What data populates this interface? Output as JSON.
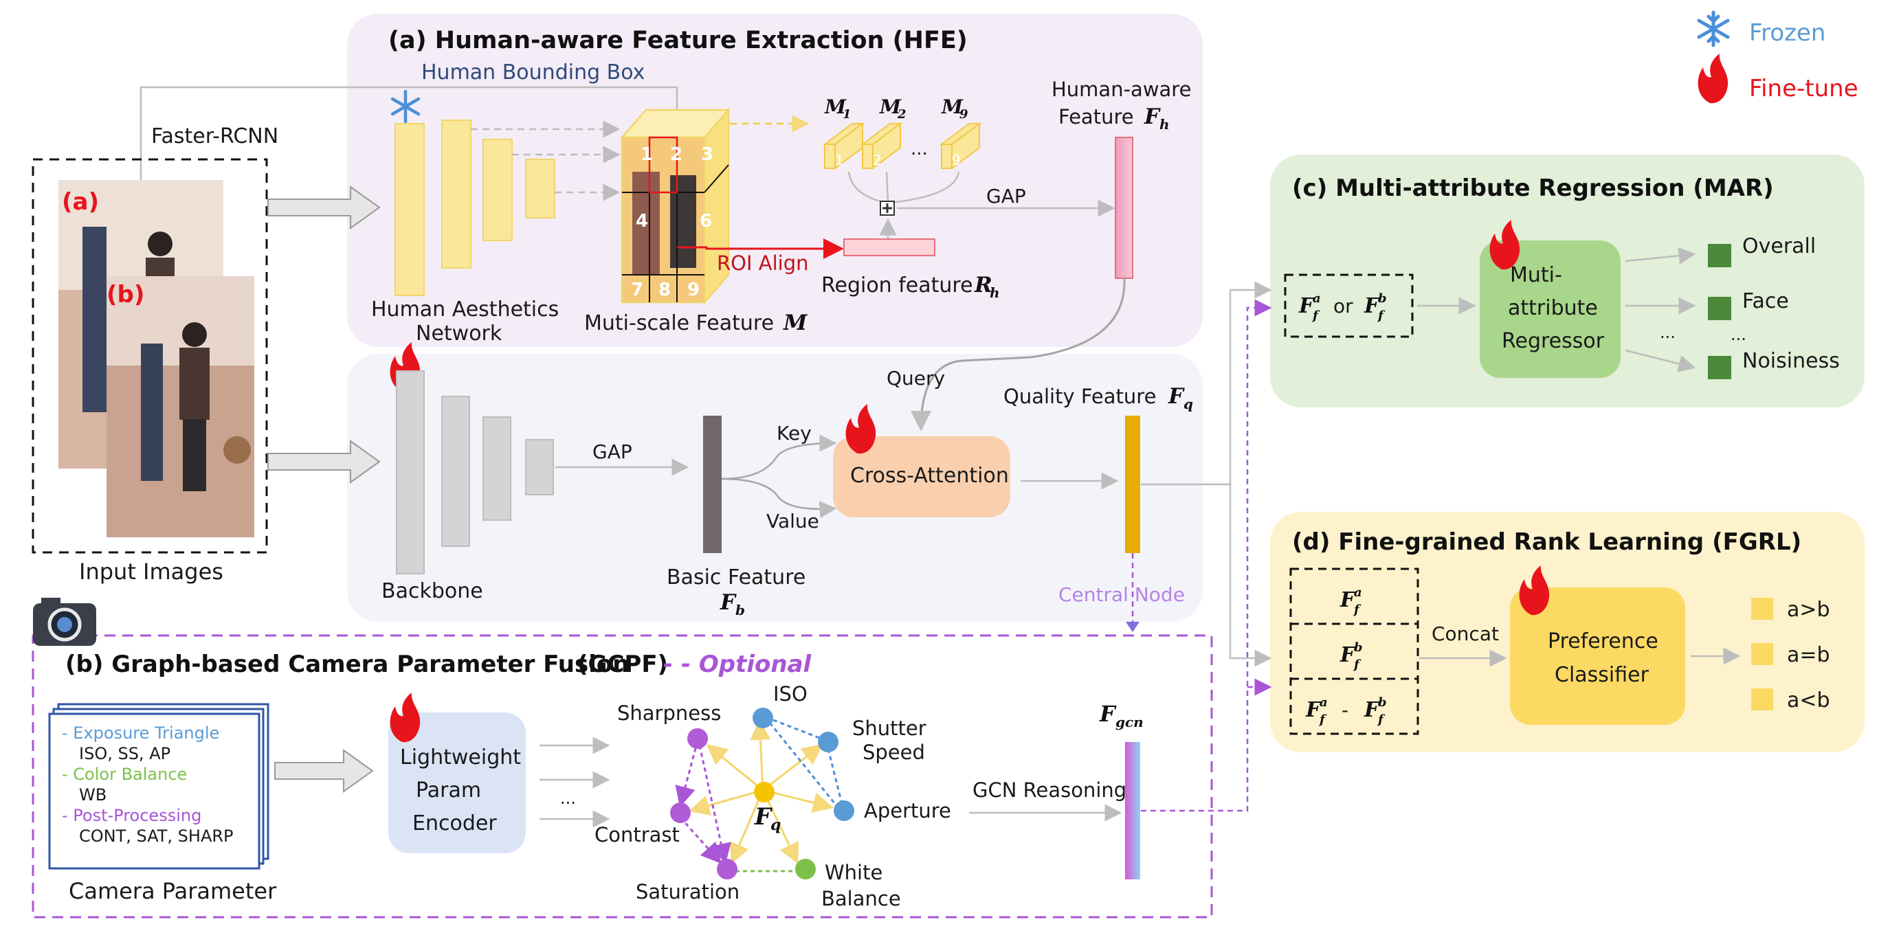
{
  "legend": {
    "frozen": "Frozen",
    "finetune": "Fine-tune",
    "frozen_color": "#5b9bd5",
    "finetune_color": "#e8141c"
  },
  "hfe": {
    "title": "(a) Human-aware Feature Extraction (HFE)",
    "bbox_label": "Human Bounding Box",
    "network_label_1": "Human Aesthetics",
    "network_label_2": "Network",
    "multiscale_label": "Muti-scale Feature",
    "multiscale_symbol": "M",
    "grid_numbers": [
      "1",
      "2",
      "3",
      "4",
      "",
      "6",
      "7",
      "8",
      "9"
    ],
    "m1": "M",
    "m1_sub": "1",
    "m2": "M",
    "m2_sub": "2",
    "m9": "M",
    "m9_sub": "9",
    "mini_labels": [
      "1",
      "2",
      "9"
    ],
    "ellipsis": "...",
    "gap": "GAP",
    "roi_align": "ROI Align",
    "region_label": "Region feature",
    "region_symbol": "R",
    "region_sub": "h",
    "human_feat_1": "Human-aware",
    "human_feat_2": "Feature",
    "human_feat_symbol": "F",
    "human_feat_sub": "h",
    "color": "#f4ecf6"
  },
  "inputs": {
    "detector": "Faster-RCNN",
    "label_a": "(a)",
    "label_b": "(b)",
    "caption": "Input Images"
  },
  "quality_branch": {
    "backbone": "Backbone",
    "gap": "GAP",
    "basic_label": "Basic Feature",
    "basic_symbol": "F",
    "basic_sub": "b",
    "key": "Key",
    "value": "Value",
    "query": "Query",
    "cross_attention": "Cross-Attention",
    "quality_label": "Quality Feature",
    "quality_symbol": "F",
    "quality_sub": "q",
    "central_node": "Central Node",
    "color": "#f3f4f9"
  },
  "gcpf": {
    "title": "(b) Graph-based Camera Parameter Fusion",
    "abbr": "(GCPF)",
    "optional": "- - Optional",
    "params": [
      {
        "name": "- Exposure Triangle",
        "name_color": "#5b9bd5",
        "values": "ISO, SS, AP"
      },
      {
        "name": "- Color Balance",
        "name_color": "#7cc04a",
        "values": "WB"
      },
      {
        "name": "- Post-Processing",
        "name_color": "#a855d6",
        "values": "CONT, SAT, SHARP"
      }
    ],
    "param_caption": "Camera Parameter",
    "encoder_1": "Lightweight",
    "encoder_2": "Param",
    "encoder_3": "Encoder",
    "ellipsis": "...",
    "nodes": {
      "sharpness": "Sharpness",
      "iso": "ISO",
      "shutter_1": "Shutter",
      "shutter_2": "Speed",
      "aperture": "Aperture",
      "contrast": "Contrast",
      "saturation": "Saturation",
      "wb_1": "White",
      "wb_2": "Balance",
      "center": "F",
      "center_sub": "q"
    },
    "gcn": "GCN Reasoning",
    "gcn_symbol": "F",
    "gcn_sub": "gcn"
  },
  "mar": {
    "title": "(c) Multi-attribute Regression (MAR)",
    "input_a": "F",
    "input_sup_a": "a",
    "input_sub": "f",
    "or": "or",
    "input_sup_b": "b",
    "regressor_1": "Muti-",
    "regressor_2": "attribute",
    "regressor_3": "Regressor",
    "outputs": [
      "Overall",
      "Face",
      "Noisiness"
    ],
    "ellipsis": "...",
    "color": "#e2efd9"
  },
  "fgrl": {
    "title": "(d) Fine-grained Rank Learning (FGRL)",
    "f": "F",
    "sup_a": "a",
    "sup_b": "b",
    "sub": "f",
    "minus": "-",
    "concat": "Concat",
    "classifier_1": "Preference",
    "classifier_2": "Classifier",
    "outputs": [
      "a>b",
      "a=b",
      "a<b"
    ],
    "color": "#fdf2cc"
  }
}
